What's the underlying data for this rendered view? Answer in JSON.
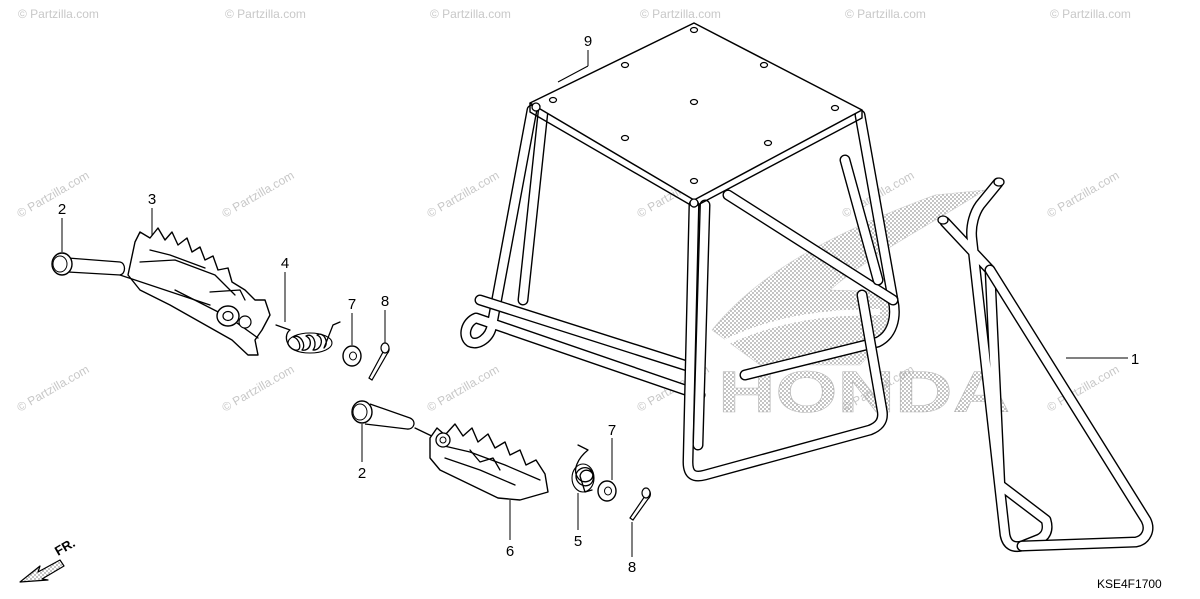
{
  "diagram": {
    "brand_mark": "HONDA",
    "diagram_code": "KSE4F1700",
    "front_indicator": "FR.",
    "watermark": "© Partzilla.com",
    "callouts": {
      "c1": "1",
      "c2a": "2",
      "c2b": "2",
      "c3": "3",
      "c4": "4",
      "c5": "5",
      "c6": "6",
      "c7a": "7",
      "c7b": "7",
      "c8a": "8",
      "c8b": "8",
      "c9": "9"
    }
  }
}
